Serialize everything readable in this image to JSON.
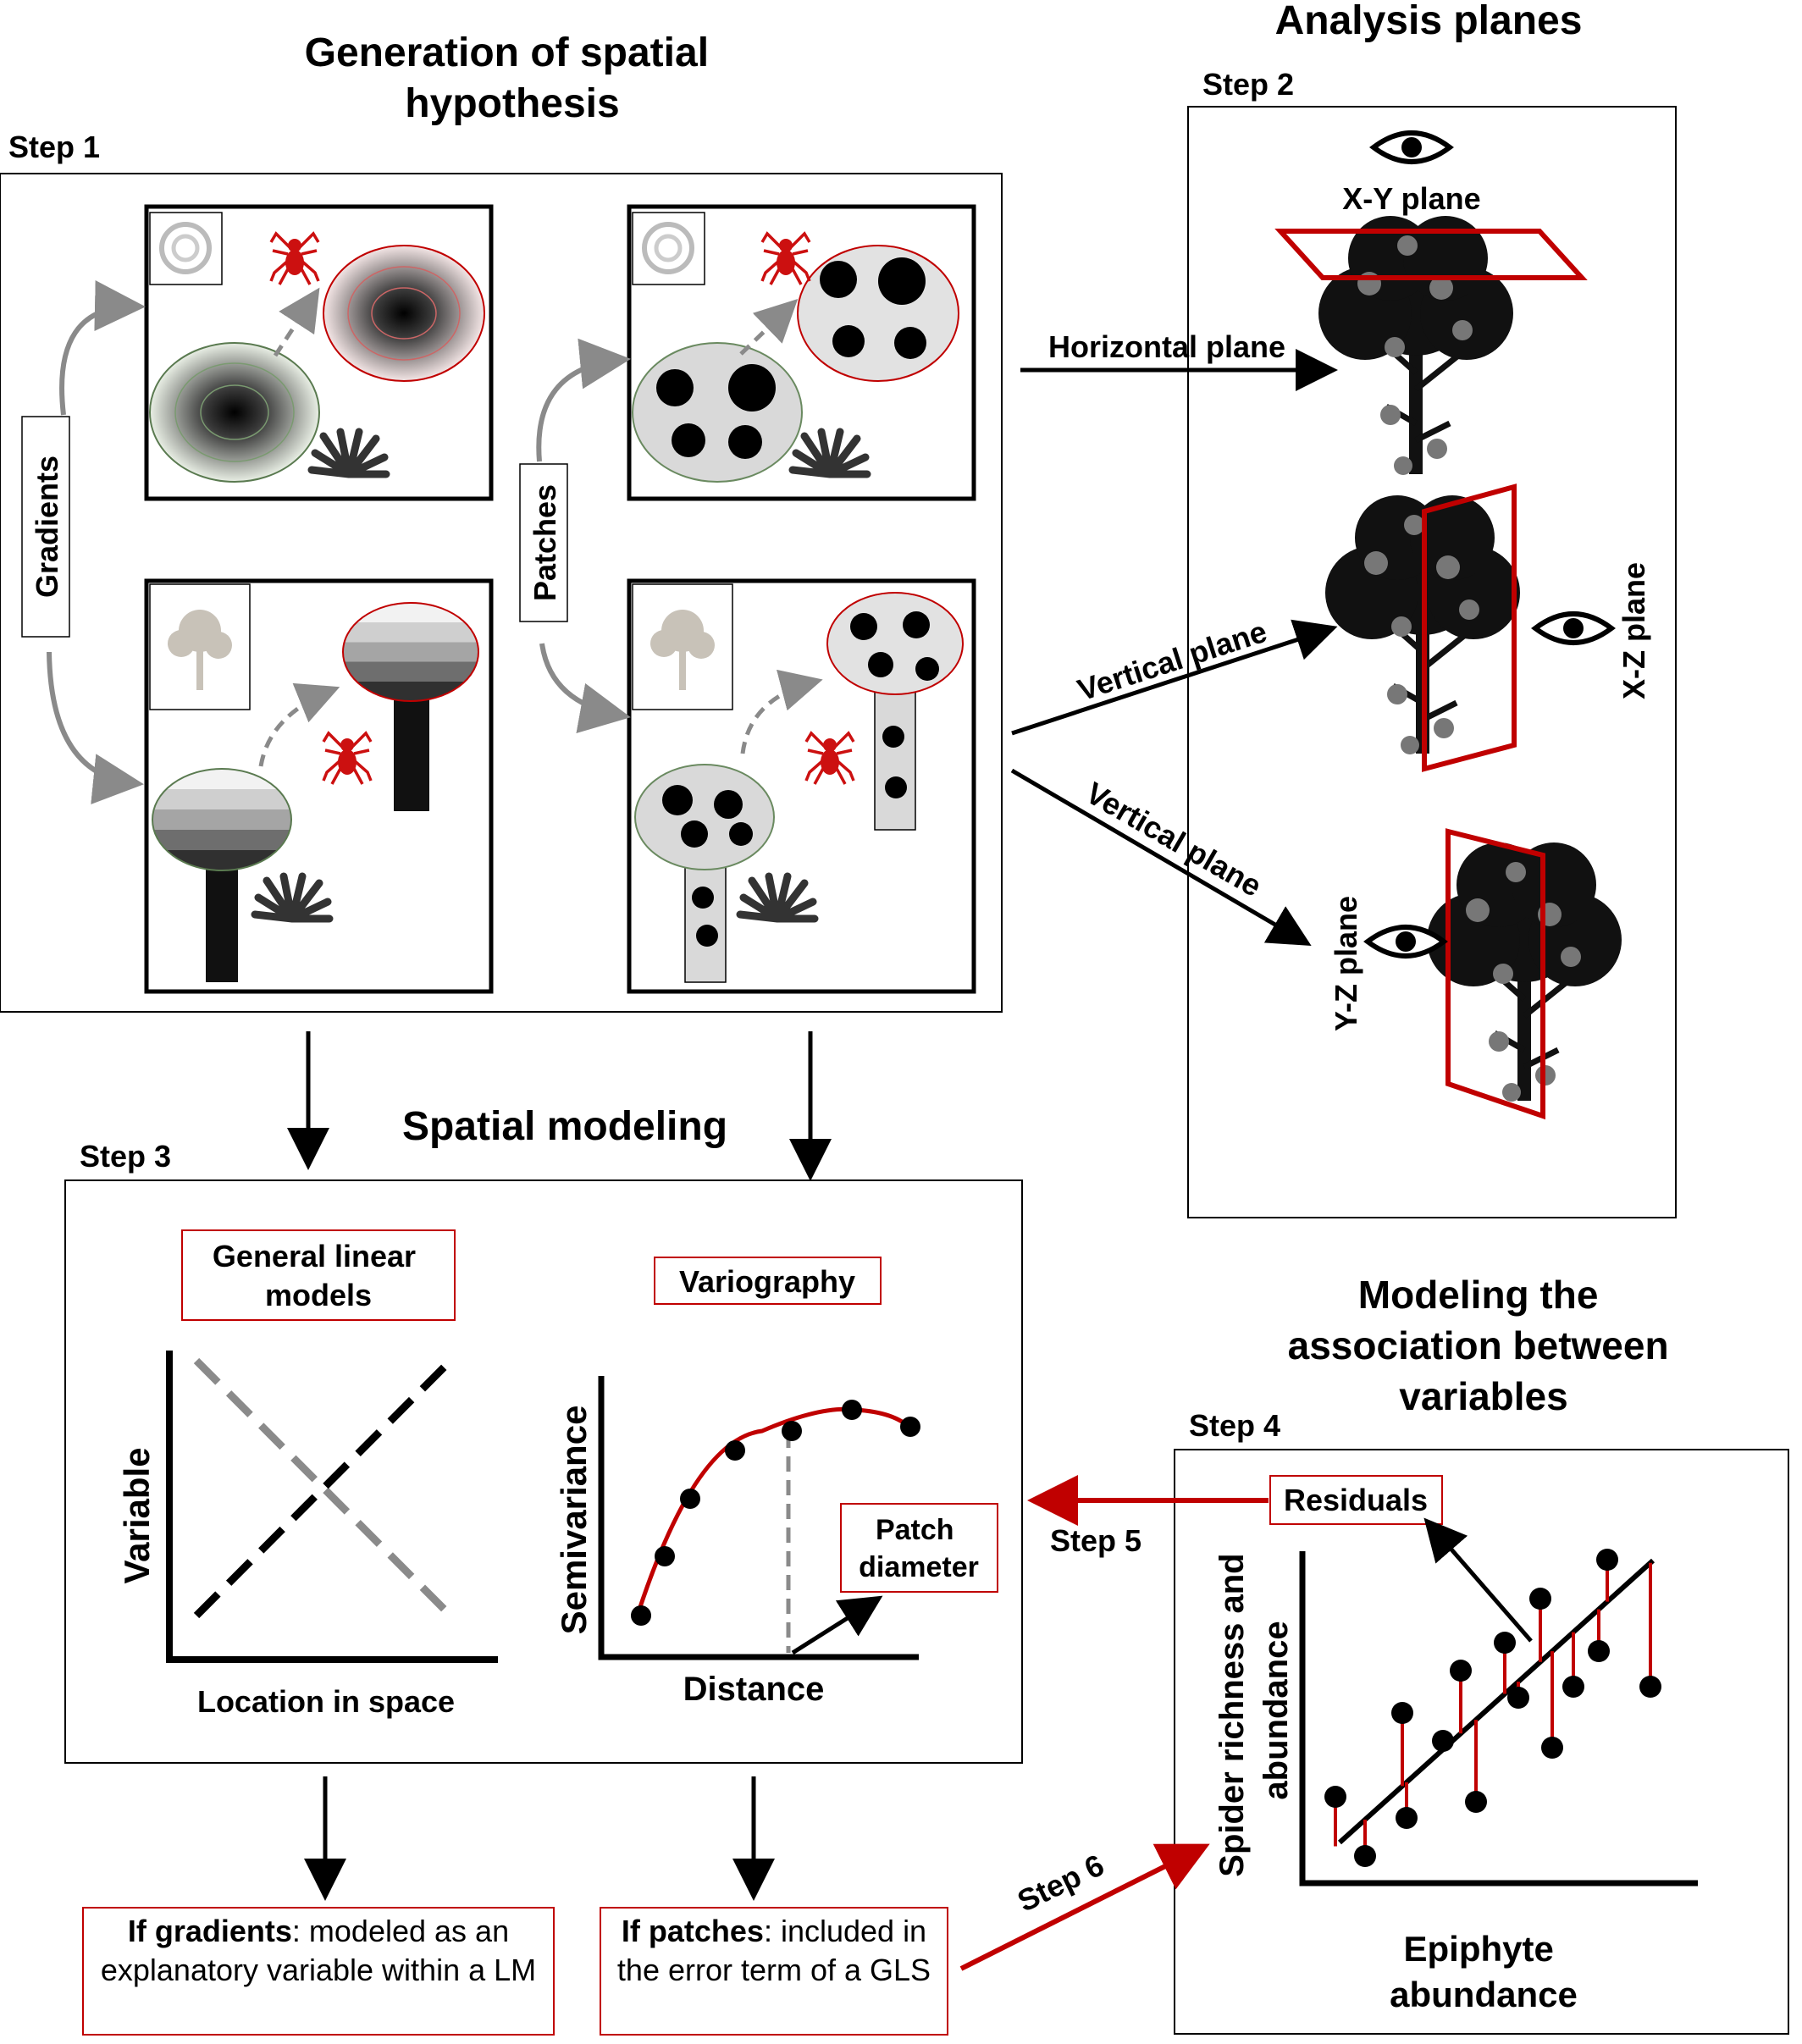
{
  "titles": {
    "generation": "Generation of spatial\nhypothesis",
    "analysis": "Analysis planes",
    "spatial_modeling": "Spatial modeling",
    "association": "Modeling the\nassociation between\nvariables"
  },
  "steps": {
    "step1": "Step 1",
    "step2": "Step 2",
    "step3": "Step 3",
    "step4": "Step 4",
    "step5": "Step 5",
    "step6": "Step 6"
  },
  "step1": {
    "gradients_label": "Gradients",
    "patches_label": "Patches"
  },
  "step2": {
    "xy_plane": "X-Y plane",
    "xz_plane": "X-Z plane",
    "yz_plane": "Y-Z plane",
    "horizontal_plane": "Horizontal plane",
    "vertical_plane_1": "Vertical plane",
    "vertical_plane_2": "Vertical plane"
  },
  "step3": {
    "glm_title": "General linear\nmodels",
    "glm_ylabel": "Variable",
    "glm_xlabel": "Location in space",
    "vario_title": "Variography",
    "vario_ylabel": "Semivariance",
    "vario_xlabel": "Distance",
    "patch_diameter": "Patch\ndiameter"
  },
  "step4": {
    "residuals": "Residuals",
    "ylabel": "Spider richness and\nabundance",
    "xlabel": "Epiphyte\nabundance"
  },
  "outcomes": {
    "gradients_bold": "If gradients",
    "gradients_rest": ": modeled as an explanatory variable within a LM",
    "patches_bold": "If patches",
    "patches_rest": ": included in the error term of a GLS"
  },
  "colors": {
    "accent_red": "#c00000",
    "spider_red": "#cc1010",
    "arrow_gray": "#8a8a8a",
    "foliage_gray": "#d9d9d9"
  }
}
